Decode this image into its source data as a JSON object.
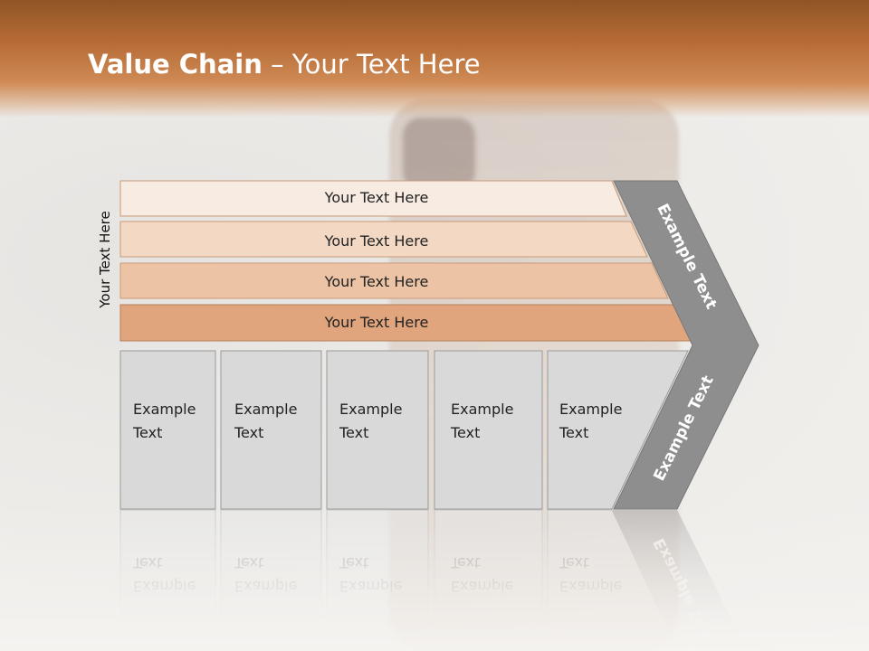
{
  "slide": {
    "title_bold": "Value Chain",
    "title_rest": " – Your Text Here",
    "side_label": "Your Text Here"
  },
  "support_rows": [
    {
      "label": "Your Text Here",
      "fill": "#f8ebe1"
    },
    {
      "label": "Your Text Here",
      "fill": "#f3d8c4"
    },
    {
      "label": "Your Text Here",
      "fill": "#ecc3a4"
    },
    {
      "label": "Your Text Here",
      "fill": "#e0a57c"
    }
  ],
  "primary_boxes": [
    {
      "line1": "Example",
      "line2": "Text"
    },
    {
      "line1": "Example",
      "line2": "Text"
    },
    {
      "line1": "Example",
      "line2": "Text"
    },
    {
      "line1": "Example",
      "line2": "Text"
    },
    {
      "line1": "Example",
      "line2": "Text"
    }
  ],
  "arrow": {
    "upper_label": "Example Text",
    "lower_label": "Example Text",
    "fill": "#8e8e8e"
  }
}
